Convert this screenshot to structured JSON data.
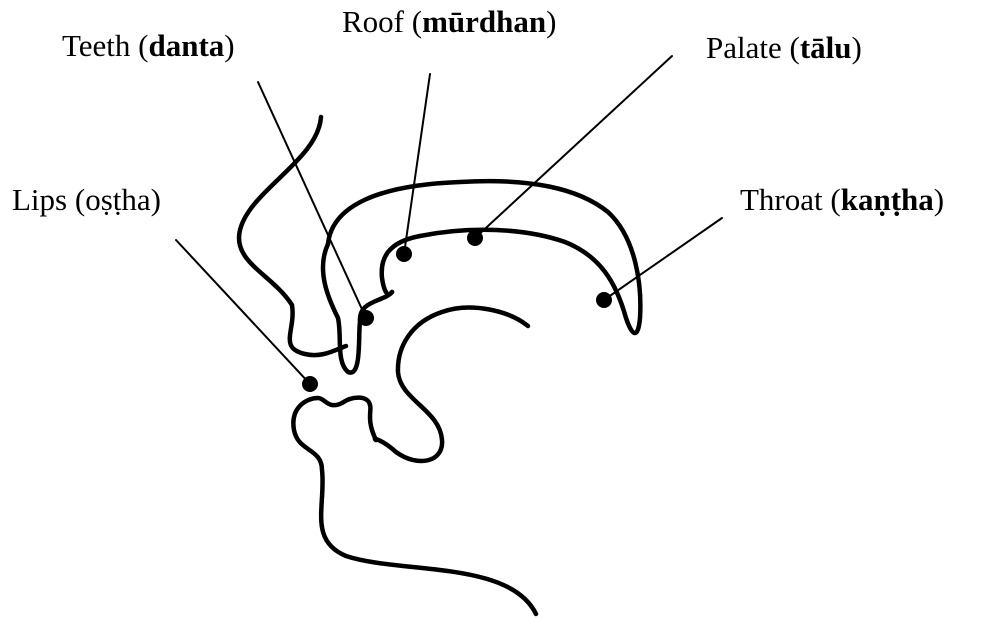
{
  "labels": {
    "teeth": {
      "english": "Teeth",
      "sanskrit": "danta"
    },
    "roof": {
      "english": "Roof",
      "sanskrit": "mūrdhan"
    },
    "palate": {
      "english": "Palate",
      "sanskrit": "tālu"
    },
    "lips": {
      "english": "Lips",
      "sanskrit": "oṣṭha"
    },
    "throat": {
      "english": "Throat",
      "sanskrit": "kaṇṭha"
    }
  },
  "colors": {
    "ink": "#000000",
    "background": "#ffffff"
  }
}
